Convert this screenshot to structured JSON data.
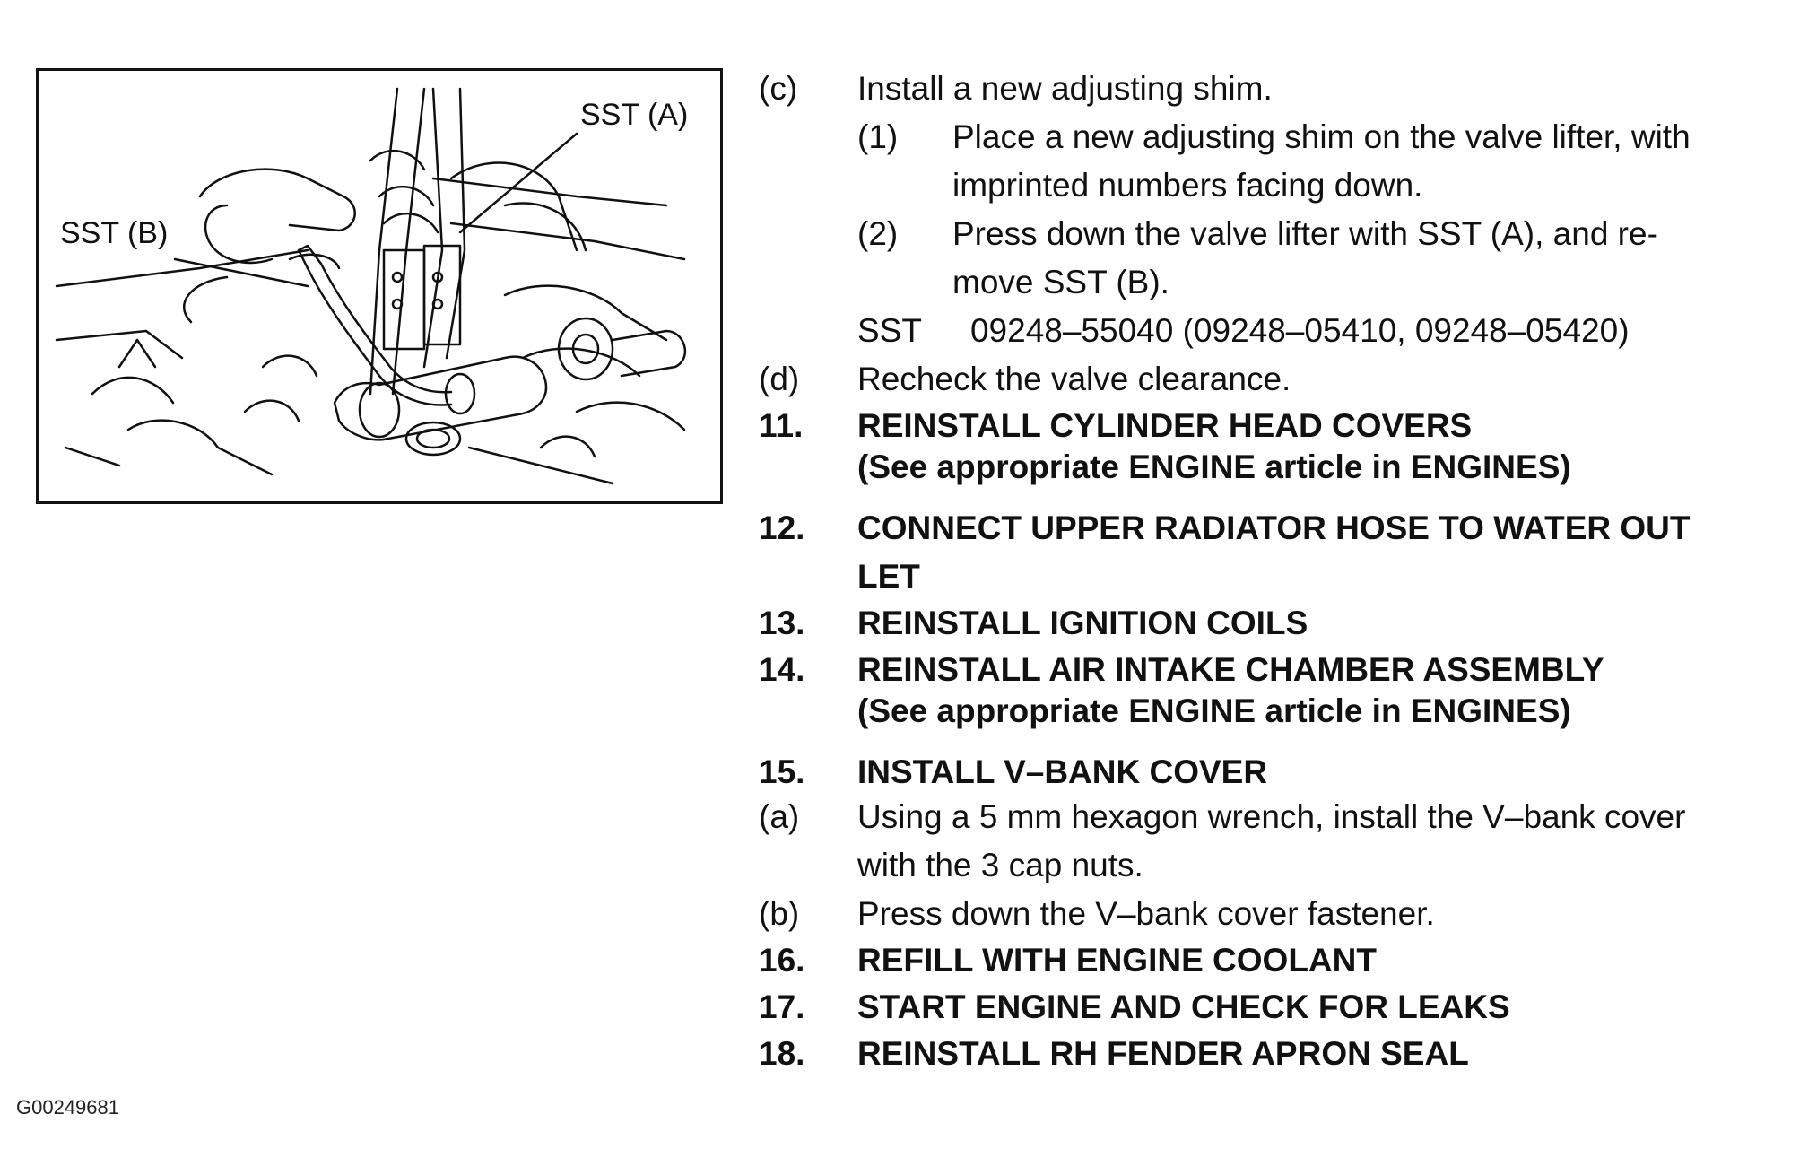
{
  "figure": {
    "label_a": "SST (A)",
    "label_b": "SST (B)",
    "figure_id": "G00249681"
  },
  "steps": {
    "c_mark": "(c)",
    "c_text": "Install a new adjusting shim.",
    "c1_mark": "(1)",
    "c1_line1": "Place a new adjusting shim on the valve lifter, with",
    "c1_line2": "imprinted numbers facing down.",
    "c2_mark": "(2)",
    "c2_line1": "Press down the valve lifter with SST (A), and re-",
    "c2_line2": "move SST (B).",
    "sst_label": "SST",
    "sst_code": "09248–55040 (09248–05410, 09248–05420)",
    "d_mark": "(d)",
    "d_text": "Recheck the valve clearance.",
    "s11_mark": "11.",
    "s11_text": "REINSTALL CYLINDER HEAD COVERS",
    "s11_note": "(See appropriate ENGINE article in ENGINES)",
    "s12_mark": "12.",
    "s12_line1": "CONNECT UPPER RADIATOR HOSE TO WATER OUT",
    "s12_line2": "LET",
    "s13_mark": "13.",
    "s13_text": "REINSTALL IGNITION COILS",
    "s14_mark": "14.",
    "s14_text": "REINSTALL AIR INTAKE CHAMBER ASSEMBLY",
    "s14_note": "(See appropriate ENGINE article in ENGINES)",
    "s15_mark": "15.",
    "s15_text": "INSTALL V–BANK COVER",
    "s15a_mark": "(a)",
    "s15a_line1": "Using a 5 mm hexagon wrench, install the V–bank cover",
    "s15a_line2": "with the 3 cap nuts.",
    "s15b_mark": "(b)",
    "s15b_text": "Press down the V–bank cover fastener.",
    "s16_mark": "16.",
    "s16_text": "REFILL WITH ENGINE COOLANT",
    "s17_mark": "17.",
    "s17_text": "START ENGINE AND CHECK FOR LEAKS",
    "s18_mark": "18.",
    "s18_text": "REINSTALL RH FENDER APRON SEAL"
  }
}
